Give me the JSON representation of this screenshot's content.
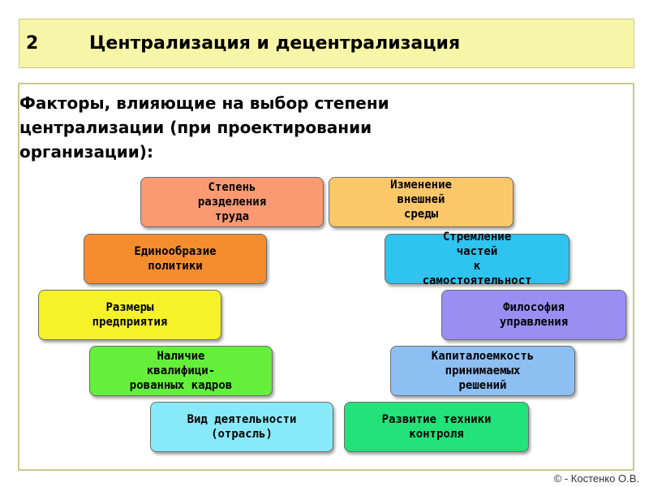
{
  "header": {
    "number": "2",
    "title": "Централизация и децентрализация"
  },
  "subtitle": "Факторы, влияющие на выбор степени централизации (при проектировании организации):",
  "factors": {
    "division_of_labor": {
      "label": "Степень\nразделения\nтруда",
      "color": "#f99a72"
    },
    "external_change": {
      "label": "Изменение\nвнешней\nсреды",
      "color": "#fdc86a"
    },
    "policy_uniformity": {
      "label": "Единообразие\nполитики",
      "color": "#f58d2f"
    },
    "autonomy": {
      "label": "Стремление\nчастей\nк\nсамостоятельност",
      "color": "#2fc3ef"
    },
    "enterprise_size": {
      "label": "Размеры\nпредприятия",
      "color": "#f6f22a"
    },
    "management_philosophy": {
      "label": "Философия\nуправления",
      "color": "#9a8ef3"
    },
    "qualified_staff": {
      "label": "Наличие\nквалифици-\nрованных кадров",
      "color": "#64f03a"
    },
    "capital_intensity": {
      "label": "Капиталоемкость\nпринимаемых\nрешений",
      "color": "#8ebff3"
    },
    "activity_type": {
      "label": "Вид деятельности\n(отрасль)",
      "color": "#88eaf8"
    },
    "control_tech": {
      "label": "Развитие техники\nконтроля",
      "color": "#22e27a"
    }
  },
  "footer": "© - Костенко О.В."
}
